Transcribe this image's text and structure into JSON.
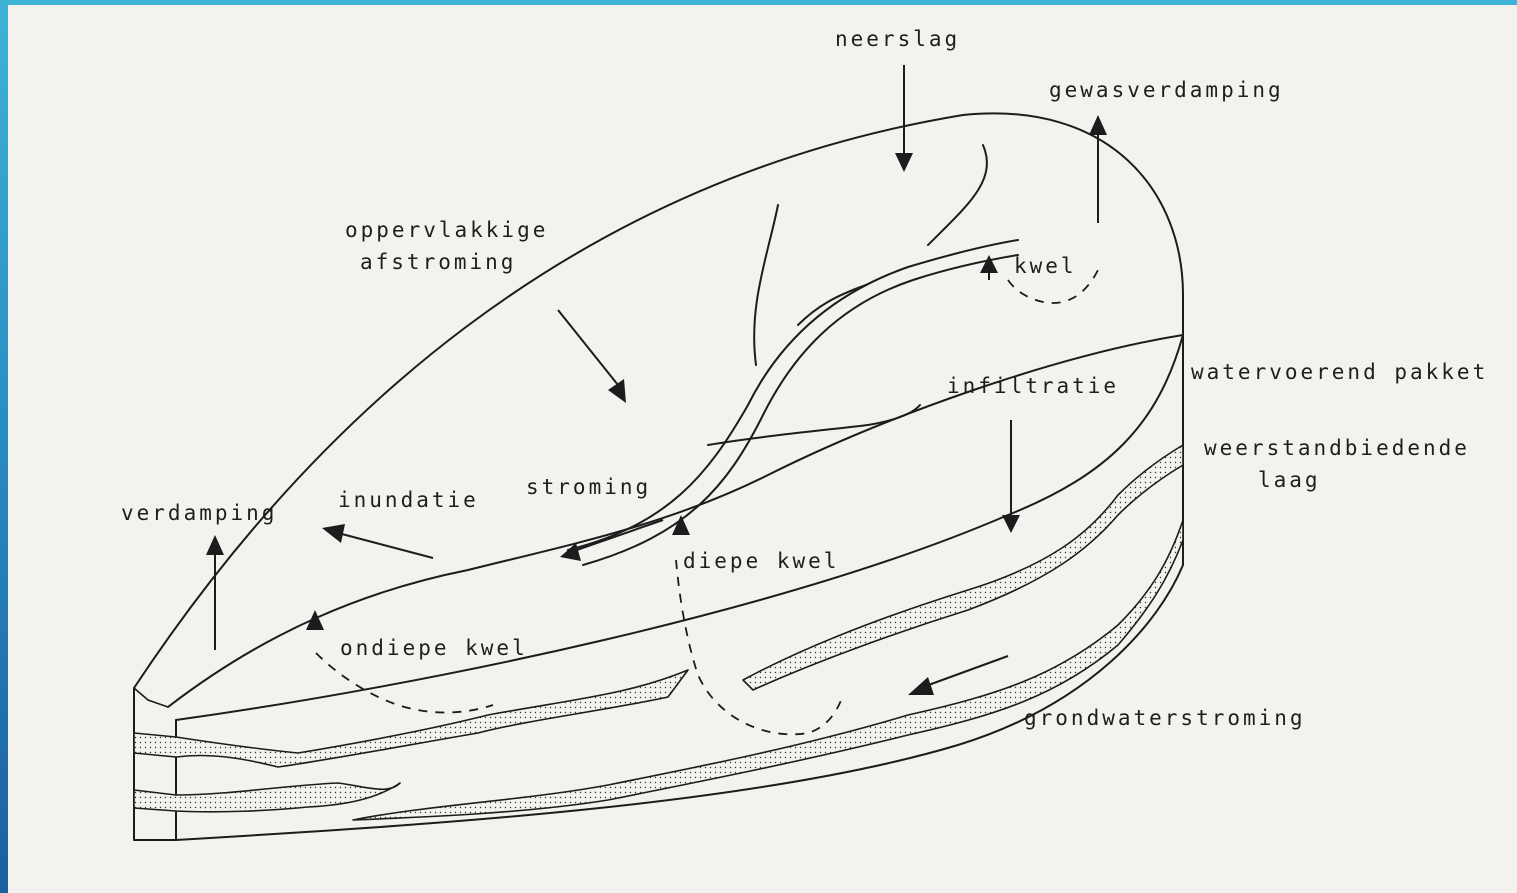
{
  "labels": {
    "neerslag": "neerslag",
    "gewasverdamping": "gewasverdamping",
    "oppervlakkige_afstroming_line1": "oppervlakkige",
    "oppervlakkige_afstroming_line2": "afstroming",
    "kwel": "kwel",
    "infiltratie": "infiltratie",
    "watervoerend_pakket": "watervoerend pakket",
    "weerstandbiedende_laag_line1": "weerstandbiedende",
    "weerstandbiedende_laag_line2": "laag",
    "verdamping": "verdamping",
    "inundatie": "inundatie",
    "stroming": "stroming",
    "diepe_kwel": "diepe kwel",
    "ondiepe_kwel": "ondiepe kwel",
    "grondwaterstroming": "grondwaterstroming"
  }
}
